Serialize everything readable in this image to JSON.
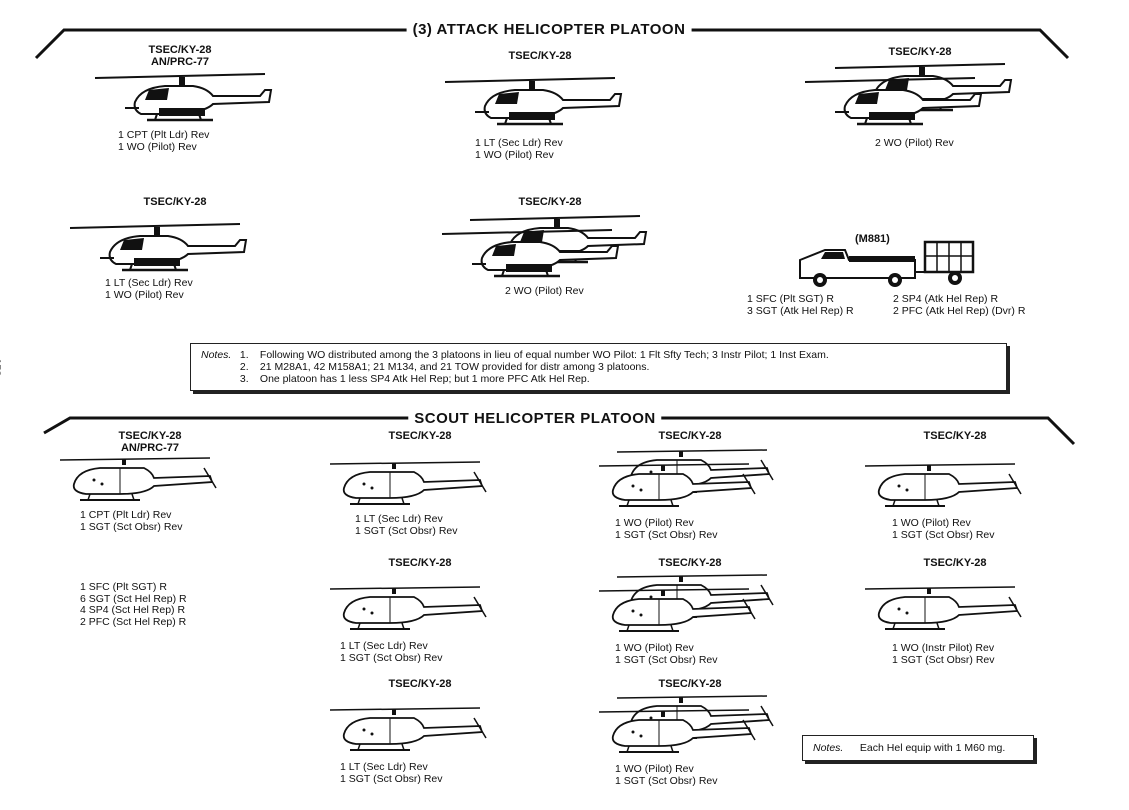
{
  "attack": {
    "title": "(3) ATTACK HELICOPTER PLATOON",
    "units": [
      {
        "radio": [
          "TSEC/KY-28",
          "AN/PRC-77"
        ],
        "crew": [
          "1 CPT (Plt Ldr) Rev",
          "1 WO (Pilot) Rev"
        ],
        "icon": "attack-helicopter-icon"
      },
      {
        "radio": [
          "TSEC/KY-28"
        ],
        "crew": [
          "1 LT (Sec Ldr) Rev",
          "1 WO (Pilot) Rev"
        ],
        "icon": "attack-helicopter-icon"
      },
      {
        "radio": [
          "TSEC/KY-28"
        ],
        "crew": [
          "2 WO (Pilot) Rev"
        ],
        "icon": "attack-helicopter-pair-icon"
      },
      {
        "radio": [
          "TSEC/KY-28"
        ],
        "crew": [
          "1 LT (Sec Ldr) Rev",
          "1 WO (Pilot) Rev"
        ],
        "icon": "attack-helicopter-icon"
      },
      {
        "radio": [
          "TSEC/KY-28"
        ],
        "crew": [
          "2 WO (Pilot) Rev"
        ],
        "icon": "attack-helicopter-pair-icon"
      }
    ],
    "truck": {
      "label": "(M881)",
      "left_crew": [
        "1 SFC (Plt SGT) R",
        "3 SGT (Atk Hel Rep) R"
      ],
      "right_crew": [
        "2 SP4 (Atk Hel Rep) R",
        "2 PFC (Atk Hel Rep) (Dvr) R"
      ],
      "icon": "truck-with-trailer-icon"
    },
    "notes": {
      "heading": "Notes.",
      "items": [
        {
          "num": "1.",
          "text": "Following WO distributed among the 3 platoons in lieu of equal number WO Pilot: 1 Flt Sfty Tech; 3 Instr Pilot; 1 Inst Exam."
        },
        {
          "num": "2.",
          "text": "21 M28A1, 42 M158A1; 21 M134, and 21 TOW provided for distr among 3 platoons."
        },
        {
          "num": "3.",
          "text": "One platoon has 1 less SP4 Atk Hel Rep; but 1 more PFC Atk Hel Rep."
        }
      ]
    }
  },
  "page_number": "158",
  "scout": {
    "title": "SCOUT HELICOPTER PLATOON",
    "col1": {
      "unit": {
        "radio": [
          "TSEC/KY-28",
          "AN/PRC-77"
        ],
        "crew": [
          "1 CPT (Plt Ldr) Rev",
          "1 SGT (Sct Obsr) Rev"
        ]
      },
      "support": [
        "1 SFC (Plt SGT) R",
        "6 SGT (Sct Hel Rep) R",
        "4 SP4 (Sct Hel Rep) R",
        "2 PFC (Sct Hel Rep) R"
      ]
    },
    "col2": [
      {
        "radio": [
          "TSEC/KY-28"
        ],
        "crew": [
          "1 LT (Sec Ldr) Rev",
          "1 SGT (Sct Obsr) Rev"
        ]
      },
      {
        "radio": [
          "TSEC/KY-28"
        ],
        "crew": [
          "1 LT (Sec Ldr) Rev",
          "1 SGT (Sct Obsr) Rev"
        ]
      },
      {
        "radio": [
          "TSEC/KY-28"
        ],
        "crew": [
          "1 LT (Sec Ldr) Rev",
          "1 SGT (Sct Obsr) Rev"
        ]
      }
    ],
    "col3": [
      {
        "radio": [
          "TSEC/KY-28"
        ],
        "crew": [
          "1 WO (Pilot) Rev",
          "1 SGT (Sct Obsr) Rev"
        ]
      },
      {
        "radio": [
          "TSEC/KY-28"
        ],
        "crew": [
          "1 WO (Pilot) Rev",
          "1 SGT (Sct Obsr) Rev"
        ]
      },
      {
        "radio": [
          "TSEC/KY-28"
        ],
        "crew": [
          "1 WO (Pilot) Rev",
          "1 SGT (Sct Obsr) Rev"
        ]
      }
    ],
    "col4": [
      {
        "radio": [
          "TSEC/KY-28"
        ],
        "crew": [
          "1 WO (Pilot) Rev",
          "1 SGT (Sct Obsr) Rev"
        ]
      },
      {
        "radio": [
          "TSEC/KY-28"
        ],
        "crew": [
          "1 WO (Instr Pilot) Rev",
          "1 SGT (Sct Obsr) Rev"
        ]
      }
    ],
    "notes": {
      "heading": "Notes.",
      "text": "Each Hel equip with 1 M60 mg."
    }
  }
}
